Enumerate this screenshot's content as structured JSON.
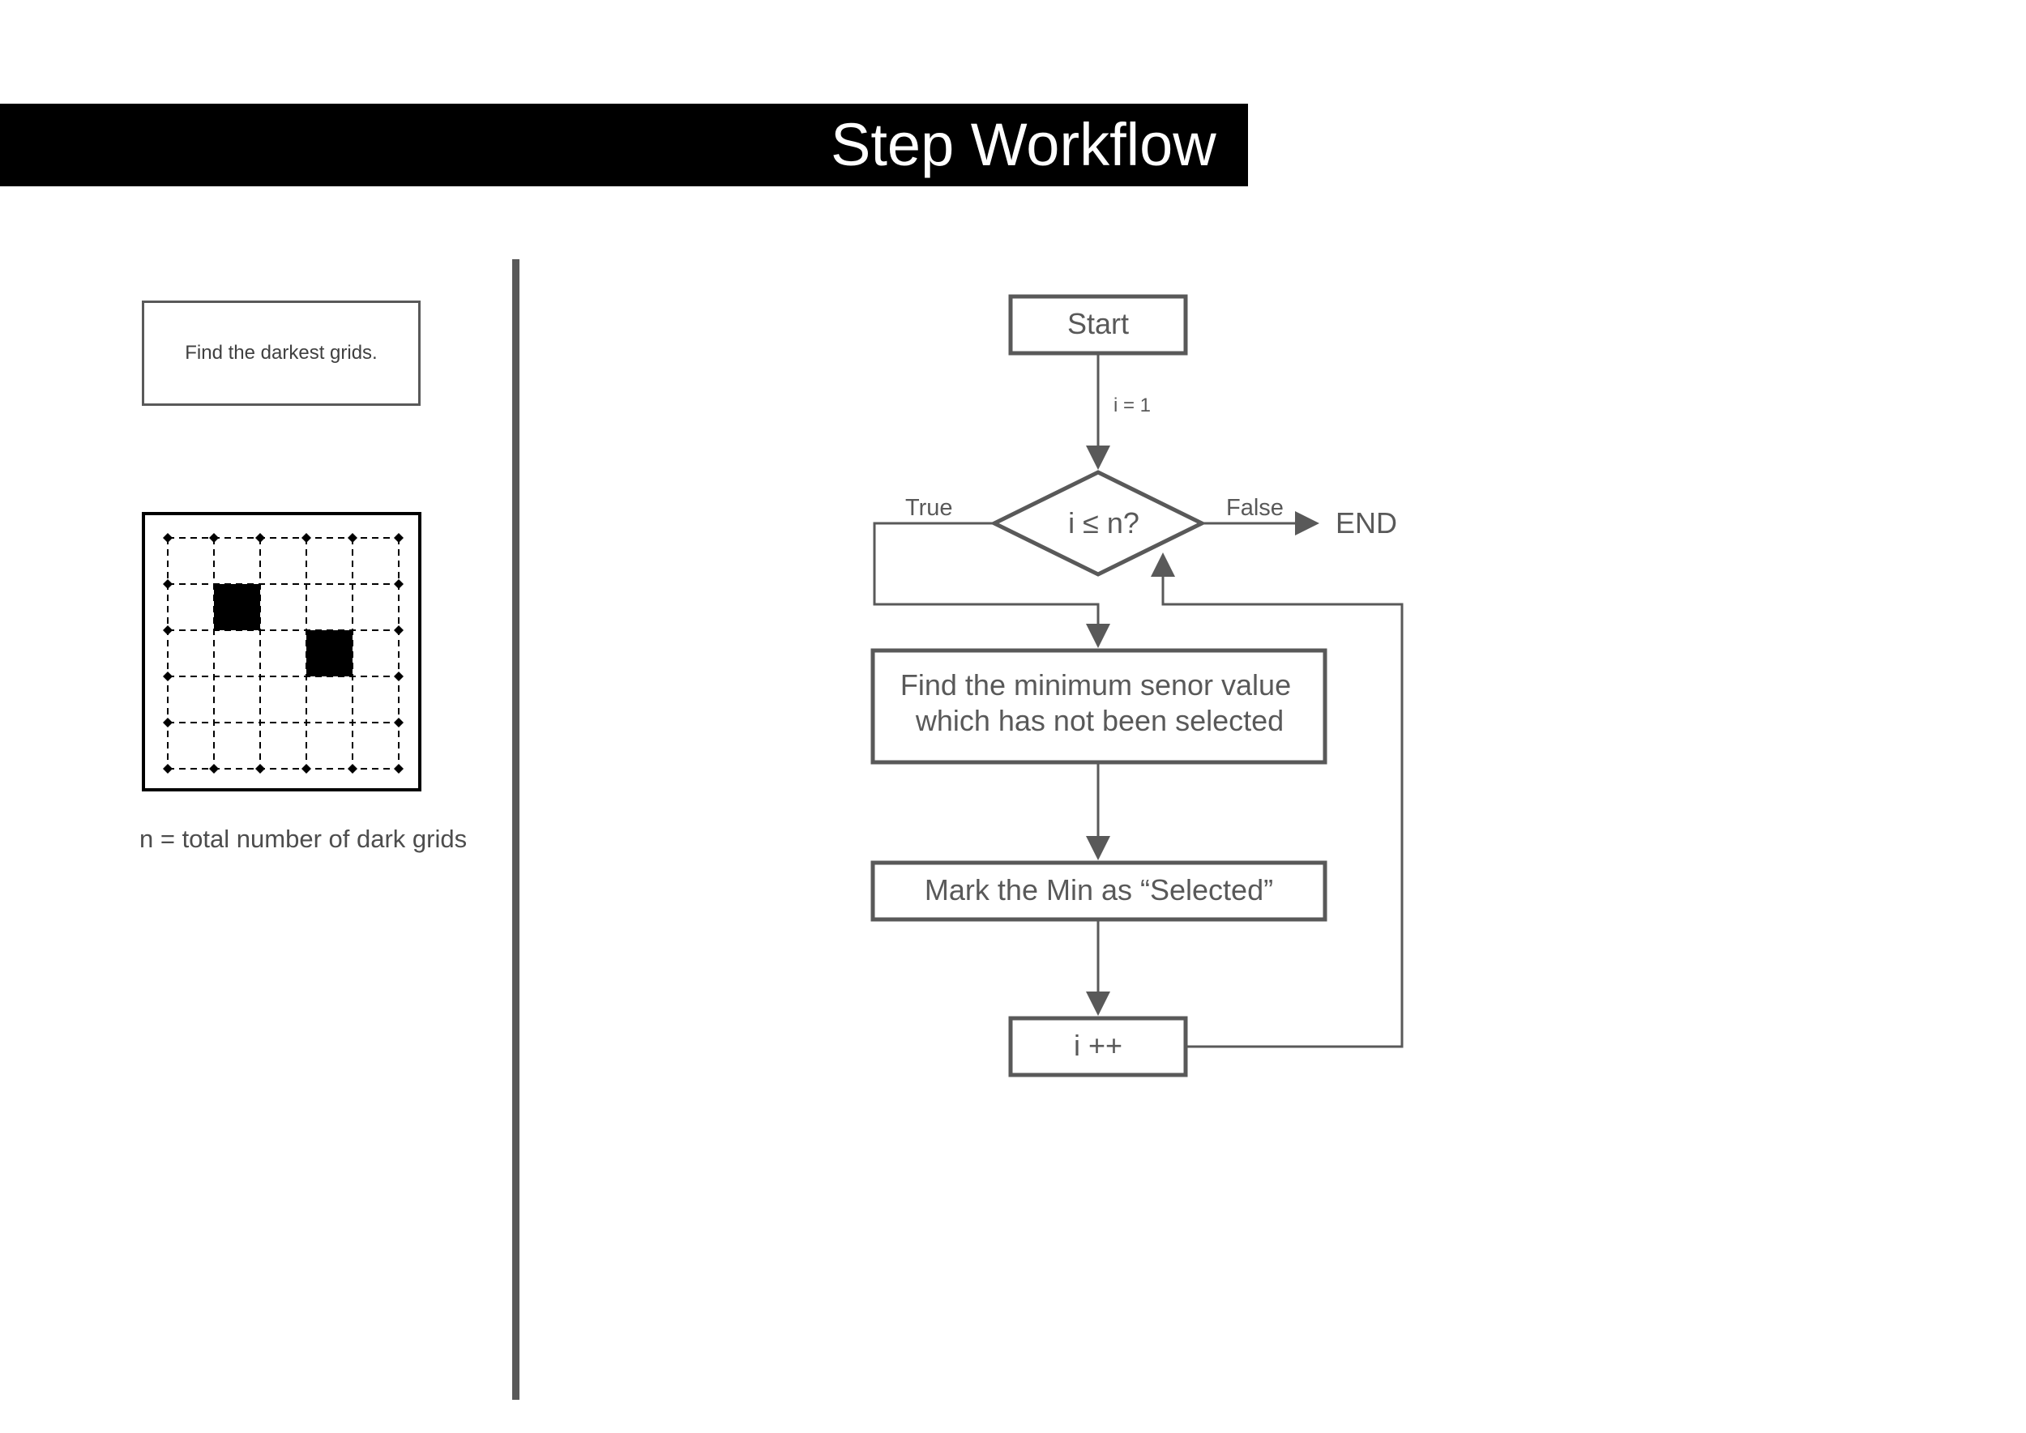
{
  "header": {
    "title": "Step Workflow"
  },
  "left_panel": {
    "task_text": "Find the darkest grids.",
    "grid": {
      "rows": 5,
      "cols": 5,
      "dark_cells": [
        [
          1,
          1
        ],
        [
          2,
          3
        ]
      ]
    },
    "n_definition": "n = total number of dark grids"
  },
  "flowchart": {
    "start_label": "Start",
    "init_label": "i = 1",
    "condition_label": "i ≤ n?",
    "true_label": "True",
    "false_label": "False",
    "end_label": "END",
    "step1_line1": "Find the minimum senor value",
    "step1_line2": "which has not been selected",
    "step2_label": "Mark the Min as “Selected”",
    "increment_label": "i ++"
  },
  "colors": {
    "header_bg": "#000000",
    "header_text": "#ffffff",
    "stroke": "#595959",
    "text": "#595959",
    "dark_cell": "#000000"
  }
}
